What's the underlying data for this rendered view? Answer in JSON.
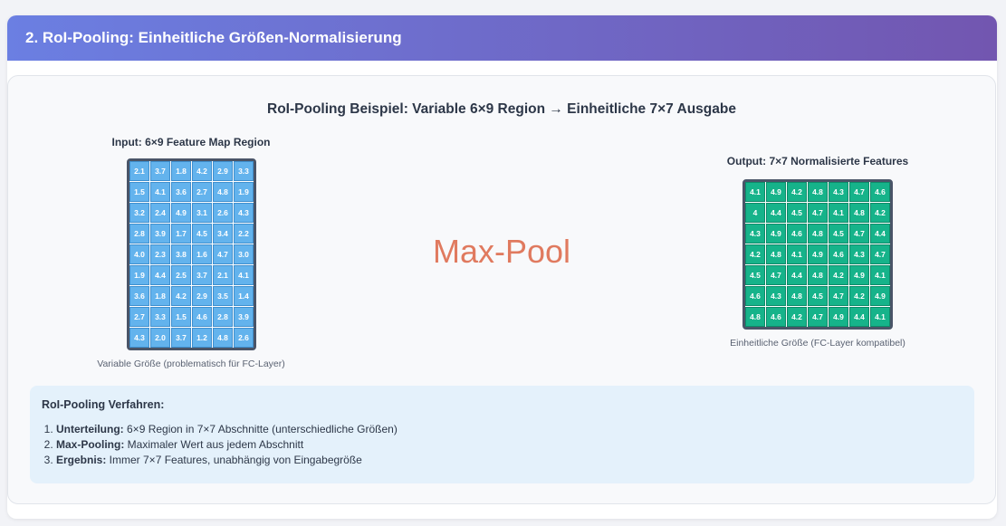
{
  "header": {
    "title": "2. RoI-Pooling: Einheitliche Größen-Normalisierung"
  },
  "diagram": {
    "title": "RoI-Pooling Beispiel: Variable 6×9 Region → Einheitliche 7×7 Ausgabe",
    "input": {
      "label": "Input: 6×9 Feature Map Region",
      "caption": "Variable Größe (problematisch für FC-Layer)",
      "rows": [
        [
          "2.1",
          "3.7",
          "1.8",
          "4.2",
          "2.9",
          "3.3"
        ],
        [
          "1.5",
          "4.1",
          "3.6",
          "2.7",
          "4.8",
          "1.9"
        ],
        [
          "3.2",
          "2.4",
          "4.9",
          "3.1",
          "2.6",
          "4.3"
        ],
        [
          "2.8",
          "3.9",
          "1.7",
          "4.5",
          "3.4",
          "2.2"
        ],
        [
          "4.0",
          "2.3",
          "3.8",
          "1.6",
          "4.7",
          "3.0"
        ],
        [
          "1.9",
          "4.4",
          "2.5",
          "3.7",
          "2.1",
          "4.1"
        ],
        [
          "3.6",
          "1.8",
          "4.2",
          "2.9",
          "3.5",
          "1.4"
        ],
        [
          "2.7",
          "3.3",
          "1.5",
          "4.6",
          "2.8",
          "3.9"
        ],
        [
          "4.3",
          "2.0",
          "3.7",
          "1.2",
          "4.8",
          "2.6"
        ]
      ]
    },
    "operation": {
      "label": "Max-Pool"
    },
    "output": {
      "label": "Output: 7×7 Normalisierte Features",
      "caption": "Einheitliche Größe (FC-Layer kompatibel)",
      "rows": [
        [
          "4.1",
          "4.9",
          "4.2",
          "4.8",
          "4.3",
          "4.7",
          "4.6"
        ],
        [
          "4",
          "4.4",
          "4.5",
          "4.7",
          "4.1",
          "4.8",
          "4.2"
        ],
        [
          "4.3",
          "4.9",
          "4.6",
          "4.8",
          "4.5",
          "4.7",
          "4.4"
        ],
        [
          "4.2",
          "4.8",
          "4.1",
          "4.9",
          "4.6",
          "4.3",
          "4.7"
        ],
        [
          "4.5",
          "4.7",
          "4.4",
          "4.8",
          "4.2",
          "4.9",
          "4.1"
        ],
        [
          "4.6",
          "4.3",
          "4.8",
          "4.5",
          "4.7",
          "4.2",
          "4.9"
        ],
        [
          "4.8",
          "4.6",
          "4.2",
          "4.7",
          "4.9",
          "4.4",
          "4.1"
        ]
      ]
    }
  },
  "procedure": {
    "title": "RoI-Pooling Verfahren:",
    "steps": [
      {
        "term": "Unterteilung:",
        "text": " 6×9 Region in 7×7 Abschnitte (unterschiedliche Größen)"
      },
      {
        "term": "Max-Pooling:",
        "text": " Maximaler Wert aus jedem Abschnitt"
      },
      {
        "term": "Ergebnis:",
        "text": " Immer 7×7 Features, unabhängig von Eingabegröße"
      }
    ]
  },
  "colors": {
    "header_start": "#6b7fe2",
    "header_end": "#7256b0",
    "input_cell": "#63b3ed",
    "output_cell": "#16b38a",
    "operation_text": "#e07a5f",
    "procedure_bg": "#e4f1fb"
  }
}
